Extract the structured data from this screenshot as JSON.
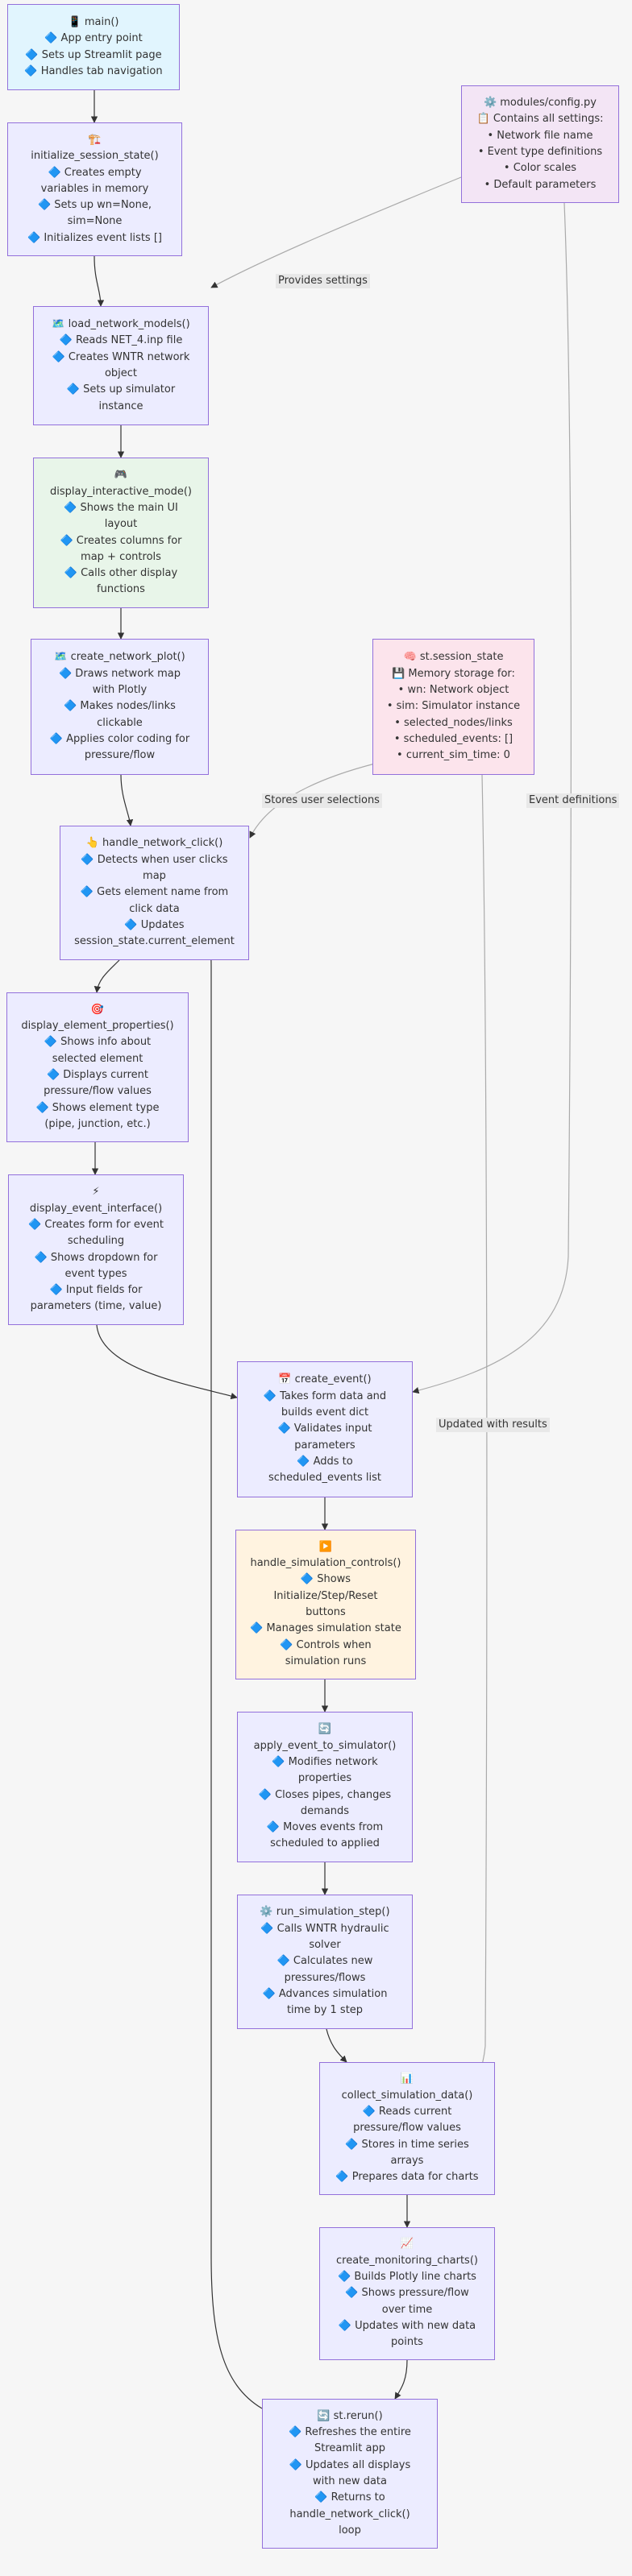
{
  "colors": {
    "default_fill": "#ececff",
    "entry_fill": "#e1f5fe",
    "config_fill": "#f3e5f5",
    "state_fill": "#fce4ec",
    "ui_fill": "#e8f5e9",
    "controls_fill": "#fff3e0",
    "border": "#9370db",
    "edge": "#333333"
  },
  "nodes": [
    {
      "id": "main",
      "fill": "entry_fill",
      "lines": [
        "📱 main()",
        "🔷 App entry point",
        "🔷 Sets up Streamlit page",
        "🔷 Handles tab navigation"
      ]
    },
    {
      "id": "init_state",
      "fill": "default_fill",
      "lines": [
        "🏗️",
        "initialize_session_state()",
        "🔷 Creates empty",
        "variables in memory",
        "🔷 Sets up wn=None,",
        "sim=None",
        "🔷 Initializes event lists []"
      ]
    },
    {
      "id": "config",
      "fill": "config_fill",
      "lines": [
        "⚙️ modules/config.py",
        "📋 Contains all settings:",
        "• Network file name",
        "• Event type definitions",
        "• Color scales",
        "• Default parameters"
      ]
    },
    {
      "id": "load_models",
      "fill": "default_fill",
      "lines": [
        "🗺️ load_network_models()",
        "🔷 Reads NET_4.inp file",
        "🔷 Creates WNTR network",
        "object",
        "🔷 Sets up simulator",
        "instance"
      ]
    },
    {
      "id": "interactive_mode",
      "fill": "ui_fill",
      "lines": [
        "🎮",
        "display_interactive_mode()",
        "🔷 Shows the main UI",
        "layout",
        "🔷 Creates columns for",
        "map + controls",
        "🔷 Calls other display",
        "functions"
      ]
    },
    {
      "id": "network_plot",
      "fill": "default_fill",
      "lines": [
        "🗺️ create_network_plot()",
        "🔷 Draws network map",
        "with Plotly",
        "🔷 Makes nodes/links",
        "clickable",
        "🔷 Applies color coding for",
        "pressure/flow"
      ]
    },
    {
      "id": "session_state",
      "fill": "state_fill",
      "lines": [
        "🧠 st.session_state",
        "💾 Memory storage for:",
        "• wn: Network object",
        "• sim: Simulator instance",
        "• selected_nodes/links",
        "• scheduled_events: []",
        "• current_sim_time: 0"
      ]
    },
    {
      "id": "network_click",
      "fill": "default_fill",
      "lines": [
        "👆 handle_network_click()",
        "🔷 Detects when user clicks",
        "map",
        "🔷 Gets element name from",
        "click data",
        "🔷 Updates",
        "session_state.current_element"
      ]
    },
    {
      "id": "element_props",
      "fill": "default_fill",
      "lines": [
        "🎯",
        "display_element_properties()",
        "🔷 Shows info about",
        "selected element",
        "🔷 Displays current",
        "pressure/flow values",
        "🔷 Shows element type",
        "(pipe, junction, etc.)"
      ]
    },
    {
      "id": "event_iface",
      "fill": "default_fill",
      "lines": [
        "⚡",
        "display_event_interface()",
        "🔷 Creates form for event",
        "scheduling",
        "🔷 Shows dropdown for",
        "event types",
        "🔷 Input fields for",
        "parameters (time, value)"
      ]
    },
    {
      "id": "create_event",
      "fill": "default_fill",
      "lines": [
        "📅 create_event()",
        "🔷 Takes form data and",
        "builds event dict",
        "🔷 Validates input",
        "parameters",
        "🔷 Adds to",
        "scheduled_events list"
      ]
    },
    {
      "id": "sim_controls",
      "fill": "controls_fill",
      "lines": [
        "▶️",
        "handle_simulation_controls()",
        "🔷 Shows",
        "Initialize/Step/Reset",
        "buttons",
        "🔷 Manages simulation state",
        "🔷 Controls when",
        "simulation runs"
      ]
    },
    {
      "id": "apply_event",
      "fill": "default_fill",
      "lines": [
        "🔄",
        "apply_event_to_simulator()",
        "🔷 Modifies network",
        "properties",
        "🔷 Closes pipes, changes",
        "demands",
        "🔷 Moves events from",
        "scheduled to applied"
      ]
    },
    {
      "id": "run_step",
      "fill": "default_fill",
      "lines": [
        "⚙️ run_simulation_step()",
        "🔷 Calls WNTR hydraulic",
        "solver",
        "🔷 Calculates new",
        "pressures/flows",
        "🔷 Advances simulation",
        "time by 1 step"
      ]
    },
    {
      "id": "collect_data",
      "fill": "default_fill",
      "lines": [
        "📊",
        "collect_simulation_data()",
        "🔷 Reads current",
        "pressure/flow values",
        "🔷 Stores in time series",
        "arrays",
        "🔷 Prepares data for charts"
      ]
    },
    {
      "id": "monitor_charts",
      "fill": "default_fill",
      "lines": [
        "📈",
        "create_monitoring_charts()",
        "🔷 Builds Plotly line charts",
        "🔷 Shows pressure/flow",
        "over time",
        "🔷 Updates with new data",
        "points"
      ]
    },
    {
      "id": "rerun",
      "fill": "default_fill",
      "lines": [
        "🔄 st.rerun()",
        "🔷 Refreshes the entire",
        "Streamlit app",
        "🔷 Updates all displays",
        "with new data",
        "🔷 Returns to",
        "handle_network_click()",
        "loop"
      ]
    }
  ],
  "edge_labels": [
    {
      "id": "provides_settings",
      "text": "Provides settings"
    },
    {
      "id": "stores_selections",
      "text": "Stores user selections"
    },
    {
      "id": "event_definitions",
      "text": "Event definitions"
    },
    {
      "id": "updated_results",
      "text": "Updated with results"
    }
  ]
}
